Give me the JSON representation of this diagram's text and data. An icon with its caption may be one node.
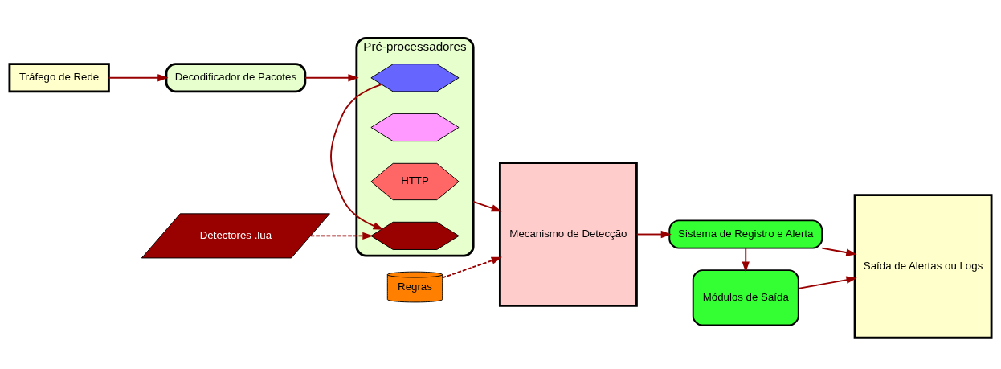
{
  "diagram": {
    "nodes": [
      {
        "text": [
          "Tráfego de Rede"
        ]
      },
      {
        "text": [
          "Decodificador de Pacotes"
        ]
      },
      {
        "text": [
          "Pré-processadores"
        ]
      },
      {
        "text": [],
        "shape": "hexagon",
        "in": 2
      },
      {
        "text": [],
        "shape": "hexagon",
        "in": 2
      },
      {
        "text": [
          "HTTP"
        ],
        "in": 2
      },
      {
        "text": [],
        "shape": "hexagon",
        "in": 2
      },
      {
        "text": [
          "Detectores .lua"
        ]
      },
      {
        "text": [
          "Mecanismo de Detecção"
        ]
      },
      {
        "text": [
          "Regras"
        ]
      },
      {
        "text": [
          "Sistema de Registro e Alerta"
        ]
      },
      {
        "text": [
          "Módulos de Saída"
        ]
      },
      {
        "text": [
          "Saída de Alertas ou Logs"
        ]
      }
    ],
    "edges": [
      {
        "from": 0,
        "to": 1,
        "arrow": "to"
      },
      {
        "from": 1,
        "to": 2,
        "arrow": "to"
      },
      {
        "from": 3,
        "to": 6,
        "arrow": "to"
      },
      {
        "from": 2,
        "to": 8,
        "arrow": "to"
      },
      {
        "from": 7,
        "to": 6,
        "arrow": "to",
        "style": "dashed"
      },
      {
        "from": 9,
        "to": 8,
        "arrow": "to",
        "style": "dashed"
      },
      {
        "from": 8,
        "to": 10,
        "arrow": "to"
      },
      {
        "from": 10,
        "to": 12,
        "arrow": "to"
      },
      {
        "from": 10,
        "to": 11,
        "arrow": "to"
      },
      {
        "from": 11,
        "to": 12,
        "arrow": "to"
      }
    ]
  }
}
